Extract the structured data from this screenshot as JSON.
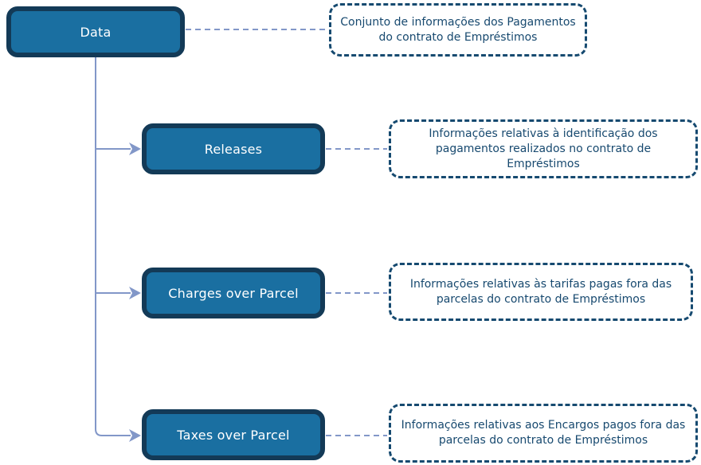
{
  "diagram": {
    "root": {
      "label": "Data",
      "note": "Conjunto de informações dos Pagamentos do contrato de Empréstimos"
    },
    "children": [
      {
        "label": "Releases",
        "note": "Informações relativas à identificação dos pagamentos realizados no contrato de Empréstimos"
      },
      {
        "label": "Charges over Parcel",
        "note": "Informações relativas às tarifas pagas fora das parcelas do contrato de Empréstimos"
      },
      {
        "label": "Taxes over Parcel",
        "note": "Informações relativas aos Encargos pagos fora das parcelas do contrato de Empréstimos"
      }
    ],
    "colors": {
      "node_fill": "#1a6fa1",
      "node_border": "#133a57",
      "node_text": "#ffffff",
      "note_border": "#164a70",
      "note_text": "#17496f",
      "connector": "#8297c8",
      "background": "#ffffff"
    }
  }
}
